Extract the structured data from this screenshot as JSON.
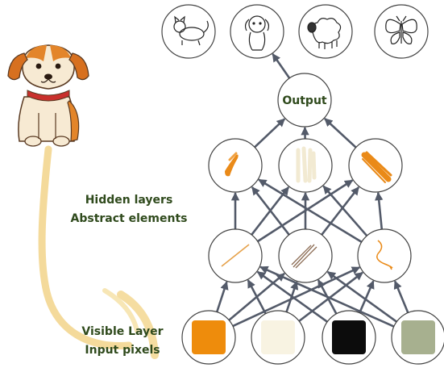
{
  "labels": {
    "output": "Output",
    "hidden_line1": "Hidden layers",
    "hidden_line2": "Abstract elements",
    "visible_line1": "Visible Layer",
    "visible_line2": "Input pixels"
  },
  "colors": {
    "label_text": "#2f4a1c",
    "edge": "#535a69",
    "node_stroke": "#444444",
    "swatch_orange": "#ee8c0c",
    "swatch_cream": "#f8f3e2",
    "swatch_black": "#0c0c0c",
    "swatch_sage": "#a7b08f",
    "brush_orange": "#ea8a18",
    "brush_cream": "#f2ead2",
    "trail": "#f2d48a"
  },
  "icons": {
    "input_image": "dog-illustration",
    "output_classes": [
      "cat-sketch-icon",
      "dog-sketch-icon",
      "sheep-sketch-icon",
      "butterfly-sketch-icon"
    ],
    "hidden_upper_features": [
      "orange-brush-stroke",
      "cream-brush-stroke",
      "orange-diagonal-stroke"
    ],
    "hidden_lower_features": [
      "thin-orange-line",
      "thin-brown-lines",
      "curly-orange-line"
    ],
    "input_pixels": [
      "orange-pixel",
      "cream-pixel",
      "black-pixel",
      "sage-pixel"
    ]
  }
}
